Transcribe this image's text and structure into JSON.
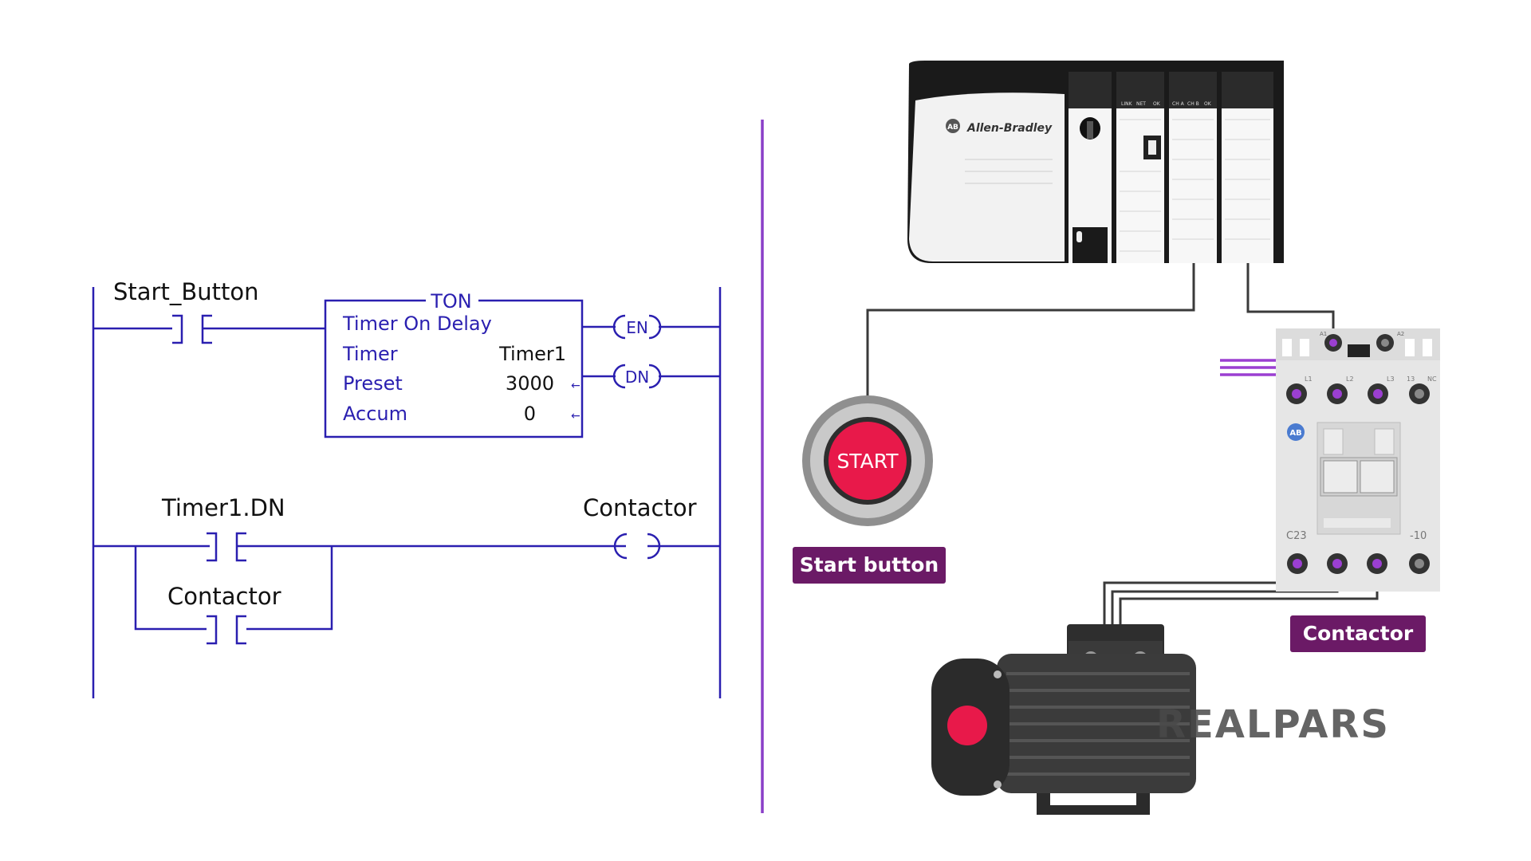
{
  "colors": {
    "ladder_blue": "#2a1fb0",
    "divider_purple": "#8a3fc8",
    "wire_gray": "#3a3a3a",
    "wire_purple": "#9b3fd1",
    "badge_bg": "#6b1a66",
    "start_red": "#e8194a",
    "motor_red": "#e8194a"
  },
  "ladder": {
    "rung1": {
      "contact_label": "Start_Button",
      "ton": {
        "header": "TON",
        "title": "Timer On Delay",
        "rows": [
          {
            "label": "Timer",
            "value": "Timer1",
            "arrow": ""
          },
          {
            "label": "Preset",
            "value": "3000",
            "arrow": "←"
          },
          {
            "label": "Accum",
            "value": "0",
            "arrow": "←"
          }
        ]
      },
      "outputs": [
        "EN",
        "DN"
      ]
    },
    "rung2": {
      "contact_label": "Timer1.DN",
      "branch_label": "Contactor",
      "coil_label": "Contactor"
    }
  },
  "hardware": {
    "plc": {
      "brand": "Allen-Bradley",
      "logo_text": "AB",
      "module_labels": [
        "LINK",
        "NET",
        "OK",
        "CH A",
        "CH B",
        "OK"
      ]
    },
    "start_button": {
      "text": "START",
      "badge": "Start button"
    },
    "contactor": {
      "badge": "Contactor",
      "model": "C23",
      "suffix": "-10",
      "logo_text": "AB",
      "top_terminals": [
        "L1",
        "L2",
        "L3",
        "13",
        "NC"
      ],
      "coil_terminals": [
        "A1",
        "A2"
      ]
    },
    "watermark": "REALPARS"
  }
}
